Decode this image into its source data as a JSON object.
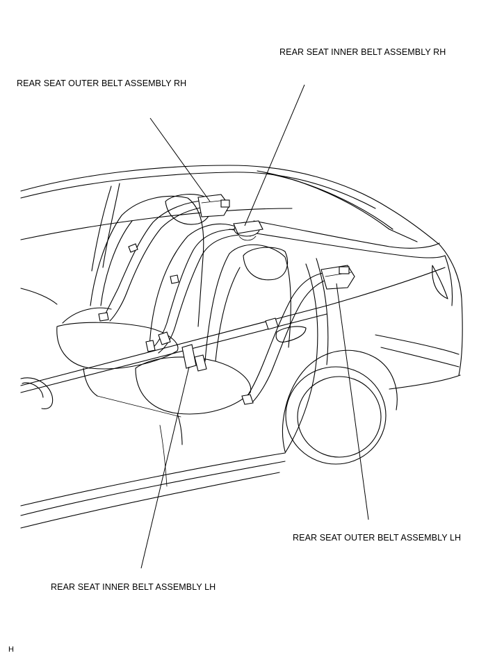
{
  "diagram": {
    "labels": {
      "inner_rh": "REAR SEAT INNER BELT ASSEMBLY RH",
      "outer_rh": "REAR SEAT OUTER BELT ASSEMBLY RH",
      "outer_lh": "REAR SEAT OUTER BELT ASSEMBLY LH",
      "inner_lh": "REAR SEAT INNER BELT ASSEMBLY LH"
    },
    "corner_code": "H"
  }
}
